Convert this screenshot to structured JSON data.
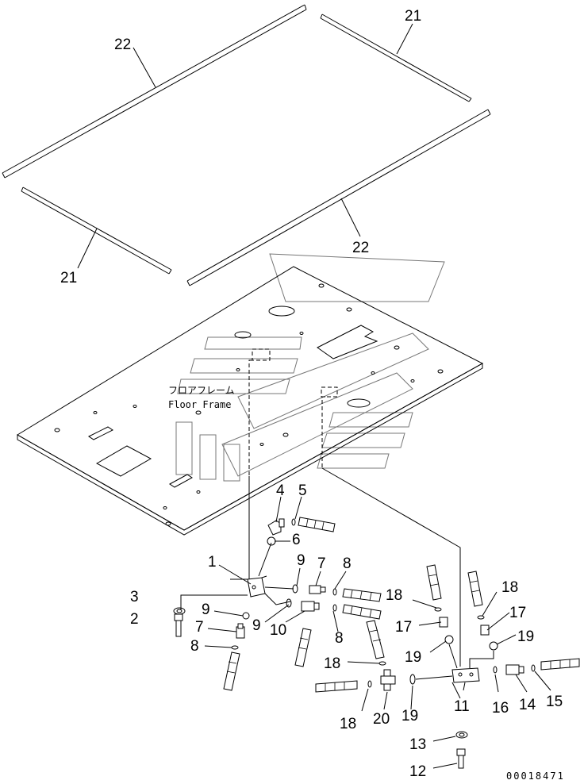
{
  "floor_frame": {
    "label_jp": "フロアフレーム",
    "label_en": "Floor Frame"
  },
  "drawing_number": "00018471",
  "callouts": [
    {
      "id": "c22a",
      "text": "22"
    },
    {
      "id": "c21a",
      "text": "21"
    },
    {
      "id": "c21b",
      "text": "21"
    },
    {
      "id": "c22b",
      "text": "22"
    },
    {
      "id": "c4",
      "text": "4"
    },
    {
      "id": "c5",
      "text": "5"
    },
    {
      "id": "c6",
      "text": "6"
    },
    {
      "id": "c1",
      "text": "1"
    },
    {
      "id": "c9a",
      "text": "9"
    },
    {
      "id": "c7a",
      "text": "7"
    },
    {
      "id": "c8a",
      "text": "8"
    },
    {
      "id": "c3",
      "text": "3"
    },
    {
      "id": "c2",
      "text": "2"
    },
    {
      "id": "c9b",
      "text": "9"
    },
    {
      "id": "c7b",
      "text": "7"
    },
    {
      "id": "c9c",
      "text": "9"
    },
    {
      "id": "c10",
      "text": "10"
    },
    {
      "id": "c8b",
      "text": "8"
    },
    {
      "id": "c8c",
      "text": "8"
    },
    {
      "id": "c18a",
      "text": "18"
    },
    {
      "id": "c17a",
      "text": "17"
    },
    {
      "id": "c18b",
      "text": "18"
    },
    {
      "id": "c17b",
      "text": "17"
    },
    {
      "id": "c19a",
      "text": "19"
    },
    {
      "id": "c19b",
      "text": "19"
    },
    {
      "id": "c18c",
      "text": "18"
    },
    {
      "id": "c11",
      "text": "11"
    },
    {
      "id": "c16",
      "text": "16"
    },
    {
      "id": "c14",
      "text": "14"
    },
    {
      "id": "c15",
      "text": "15"
    },
    {
      "id": "c18d",
      "text": "18"
    },
    {
      "id": "c20",
      "text": "20"
    },
    {
      "id": "c19c",
      "text": "19"
    },
    {
      "id": "c13",
      "text": "13"
    },
    {
      "id": "c12",
      "text": "12"
    }
  ]
}
